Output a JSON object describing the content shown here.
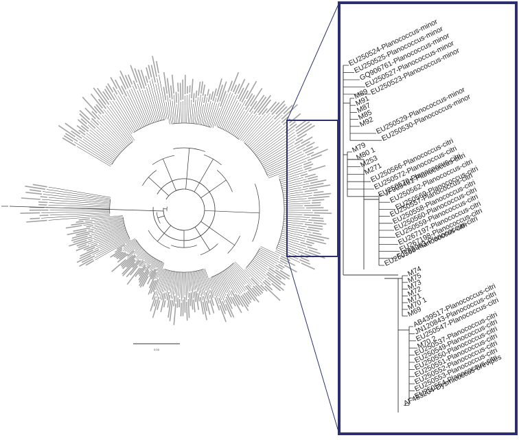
{
  "figure": {
    "scale_bar_label": "0.03",
    "colors": {
      "frame": "#2b2f6e",
      "branch": "#333333",
      "text": "#1a1a1a"
    }
  },
  "zoom_panel": {
    "groups": [
      {
        "labels": [
          "EU250524-Planococcus-minor",
          "EU250525-Planococcus-minor",
          "GQ906761-Planococcus-minor",
          "EU250527-Planococcus-minor",
          "EU250523-Planococcus-minor"
        ]
      },
      {
        "labels": [
          "M89",
          "M91",
          "M87",
          "M85",
          "M92",
          "EU250529-Planococcus-minor",
          "EU250530-Planococcus-minor"
        ]
      },
      {
        "labels": [
          "M79",
          "M80 1",
          "M253",
          "M271",
          "EU250566-Planococcus-citri",
          "EU250572-Planococcus-citri",
          "EU250570-Planococcus-citri"
        ]
      },
      {
        "labels": [
          "JF905461-Planococcus-citri",
          "EU250562-Planococcus-citri",
          "EU250569-Planococcus-citri",
          "EU250557-Planococcus-citri",
          "EU250558-Planococcus-citri",
          "EU250560-Planococcus-citri",
          "EU250559-Planococcus-citri",
          "EU267197-Planococcus-citri",
          "EU267198-Planococcus-citri",
          "FJ786963-Planococcus-citri",
          "EU250568-Planococcus-citri"
        ]
      },
      {
        "labels": [
          "M74",
          "M75",
          "M73",
          "M72",
          "M71",
          "M70 1",
          "M69"
        ]
      },
      {
        "labels": [
          "AB439517-Planococcus-citri",
          "JN120843-Planococcus-citri",
          "EU250547-Planococcus-citri",
          "M70 2",
          "EU250537-Planococcus-citri",
          "EU250549-Planococcus-citri",
          "EU250550-Planococcus-citri",
          "EU250551-Planococcus-citri",
          "EU250552-Planococcus-citri",
          "EU250553-Planococcus-citri",
          "EU250554-Planococcus-citri",
          "AF483204-Dysmicoccus-brevipes"
        ]
      }
    ]
  }
}
